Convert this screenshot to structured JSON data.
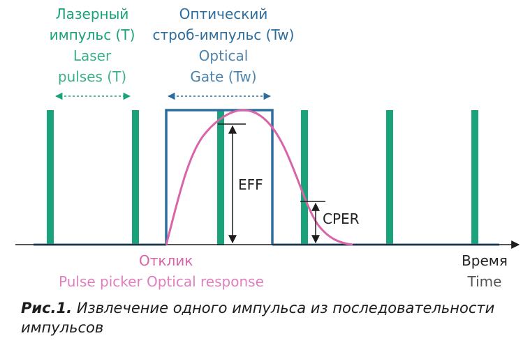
{
  "laser": {
    "label_ru_line1": "Лазерный",
    "label_ru_line2": "импульс (T)",
    "label_en_line1": "Laser",
    "label_en_line2": "pulses (T)"
  },
  "gate": {
    "label_ru_line1": "Оптический",
    "label_ru_line2": "строб-импульс (Tw)",
    "label_en_line1": "Optical",
    "label_en_line2": "Gate (Tw)"
  },
  "measurements": {
    "eff": "EFF",
    "cper": "CPER"
  },
  "response": {
    "label_ru": "Отклик",
    "label_en": "Pulse picker Optical response"
  },
  "axis": {
    "label_ru": "Время",
    "label_en": "Time"
  },
  "caption": {
    "number": "Рис.1.",
    "text_line1": "Извлечение одного импульса из последовательности",
    "text_line2": "импульсов"
  },
  "colors": {
    "laser_green": "#1aa37a",
    "gate_blue": "#2d6e9e",
    "response_pink": "#d964a8",
    "axis_dark": "#1c1c1c"
  }
}
